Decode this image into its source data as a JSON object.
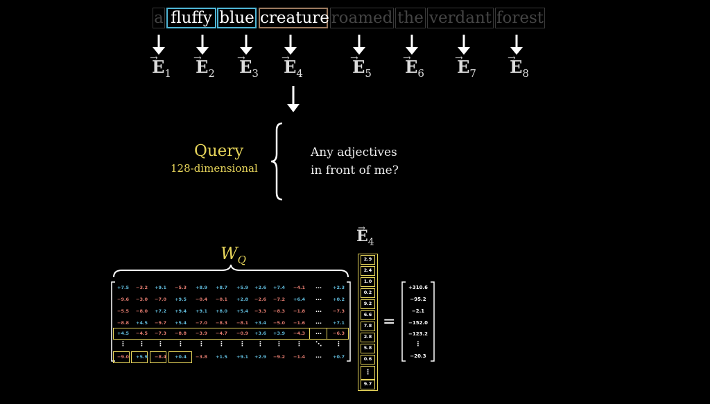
{
  "tokens": [
    {
      "text": "a",
      "highlight": "none"
    },
    {
      "text": "fluffy",
      "highlight": "blue"
    },
    {
      "text": "blue",
      "highlight": "blue"
    },
    {
      "text": "creature",
      "highlight": "brown"
    },
    {
      "text": "roamed",
      "highlight": "none"
    },
    {
      "text": "the",
      "highlight": "none"
    },
    {
      "text": "verdant",
      "highlight": "none"
    },
    {
      "text": "forest",
      "highlight": "none"
    }
  ],
  "embeddings": [
    {
      "letter": "E",
      "sub": "1"
    },
    {
      "letter": "E",
      "sub": "2"
    },
    {
      "letter": "E",
      "sub": "3"
    },
    {
      "letter": "E",
      "sub": "4"
    },
    {
      "letter": "E",
      "sub": "5"
    },
    {
      "letter": "E",
      "sub": "6"
    },
    {
      "letter": "E",
      "sub": "7"
    },
    {
      "letter": "E",
      "sub": "8"
    }
  ],
  "query": {
    "title": "Query",
    "subtitle": "128-dimensional",
    "question_line1": "Any adjectives",
    "question_line2": "in front of me?"
  },
  "matrix": {
    "label": "W",
    "label_sub": "Q",
    "rows": [
      [
        "+7.5",
        "−3.2",
        "+9.1",
        "−5.3",
        "+8.9",
        "+8.7",
        "+5.9",
        "+2.6",
        "+7.4",
        "−4.1",
        "···",
        "+2.3"
      ],
      [
        "−9.6",
        "−3.0",
        "−7.0",
        "+9.5",
        "−0.4",
        "−0.1",
        "+2.8",
        "−2.6",
        "−7.2",
        "+6.4",
        "···",
        "+0.2"
      ],
      [
        "−5.5",
        "−8.0",
        "+7.2",
        "+9.4",
        "+9.1",
        "+8.0",
        "+5.4",
        "−3.3",
        "−8.3",
        "−1.8",
        "···",
        "−7.3"
      ],
      [
        "−8.8",
        "+4.5",
        "−9.7",
        "+5.4",
        "−7.0",
        "−8.3",
        "−8.1",
        "+3.4",
        "−5.0",
        "−1.6",
        "···",
        "+7.1"
      ],
      [
        "+4.5",
        "−4.5",
        "−7.3",
        "−8.8",
        "−3.9",
        "−4.7",
        "−0.9",
        "+3.6",
        "+3.9",
        "−4.3",
        "···",
        "−6.3"
      ],
      [
        "⋮",
        "⋮",
        "⋮",
        "⋮",
        "⋮",
        "⋮",
        "⋮",
        "⋮",
        "⋮",
        "⋮",
        "⋱",
        "⋮"
      ],
      [
        "−9.0",
        "+5.9",
        "−8.4",
        "+0.4",
        "−3.8",
        "+1.5",
        "+9.1",
        "+2.9",
        "−9.2",
        "−1.4",
        "···",
        "+0.7"
      ]
    ]
  },
  "vector": {
    "letter": "E",
    "sub": "4",
    "values": [
      "2.9",
      "2.4",
      "1.0",
      "0.2",
      "9.2",
      "6.6",
      "7.8",
      "2.8",
      "5.8",
      "0.6",
      "⋮",
      "9.7"
    ]
  },
  "equals": "=",
  "result": {
    "values": [
      "+310.6",
      "−95.2",
      "−2.1",
      "−152.0",
      "−123.2",
      "⋮",
      "−20.3"
    ]
  },
  "colors": {
    "accent_yellow": "#e6d45a",
    "highlight_blue": "#4fb6d6",
    "highlight_brown": "#9c7a5f",
    "positive": "#5fb8d8",
    "negative": "#e07a6e"
  }
}
